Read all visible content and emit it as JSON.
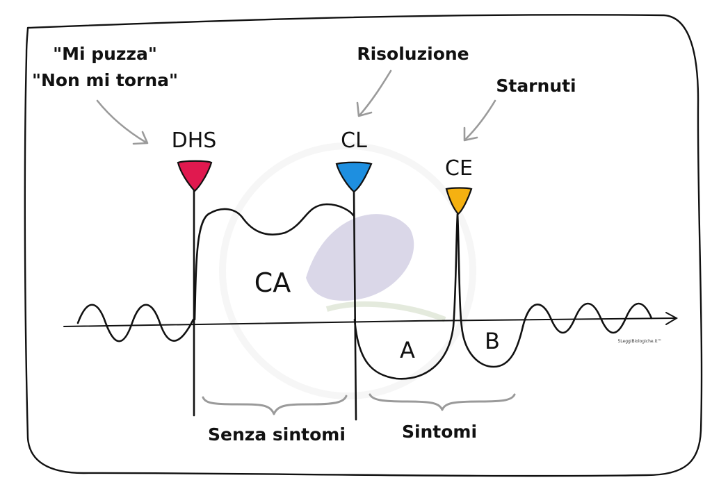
{
  "annotations": {
    "quote1": "\"Mi puzza\"",
    "quote2": "\"Non mi torna\"",
    "resolution": "Risoluzione",
    "sneezes": "Starnuti"
  },
  "markers": {
    "dhs": {
      "label": "DHS",
      "color": "#e0194f"
    },
    "cl": {
      "label": "CL",
      "color": "#1e8fe0"
    },
    "ce": {
      "label": "CE",
      "color": "#f5b111"
    }
  },
  "regions": {
    "ca": "CA",
    "a": "A",
    "b": "B"
  },
  "phases": {
    "no_symptoms": "Senza sintomi",
    "symptoms": "Sintomi"
  },
  "watermark": "5LeggiBiologiche.it™"
}
